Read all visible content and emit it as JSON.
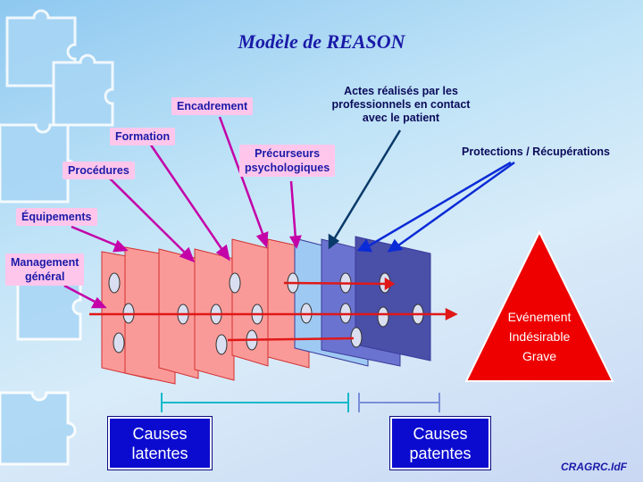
{
  "title": "Modèle de REASON",
  "labels": {
    "encadrement": "Encadrement",
    "formation": "Formation",
    "procedures": "Procédures",
    "equipements": "Équipements",
    "management": [
      "Management",
      "général"
    ],
    "precurseurs": [
      "Précurseurs",
      "psychologiques"
    ],
    "actes": [
      "Actes réalisés par les",
      "professionnels en contact",
      "avec le patient"
    ],
    "protections": "Protections / Récupérations"
  },
  "event": [
    "Evénement",
    "Indésirable",
    "Grave"
  ],
  "causes_latentes": [
    "Causes",
    "latentes"
  ],
  "causes_patentes": [
    "Causes",
    "patentes"
  ],
  "credit": "CRAGRC.IdF",
  "colors": {
    "latent_layer": "#fa9a98",
    "patent_layer_1": "#9ec9f3",
    "patent_layer_2": "#6b73d0",
    "patent_layer_3": "#4a4fa8",
    "arrow_magenta": "#c400a8",
    "arrow_navy": "#0a3a6a",
    "arrow_blue": "#0b2bd6",
    "accident_path": "#e01818",
    "triangle": "#ee0000"
  }
}
